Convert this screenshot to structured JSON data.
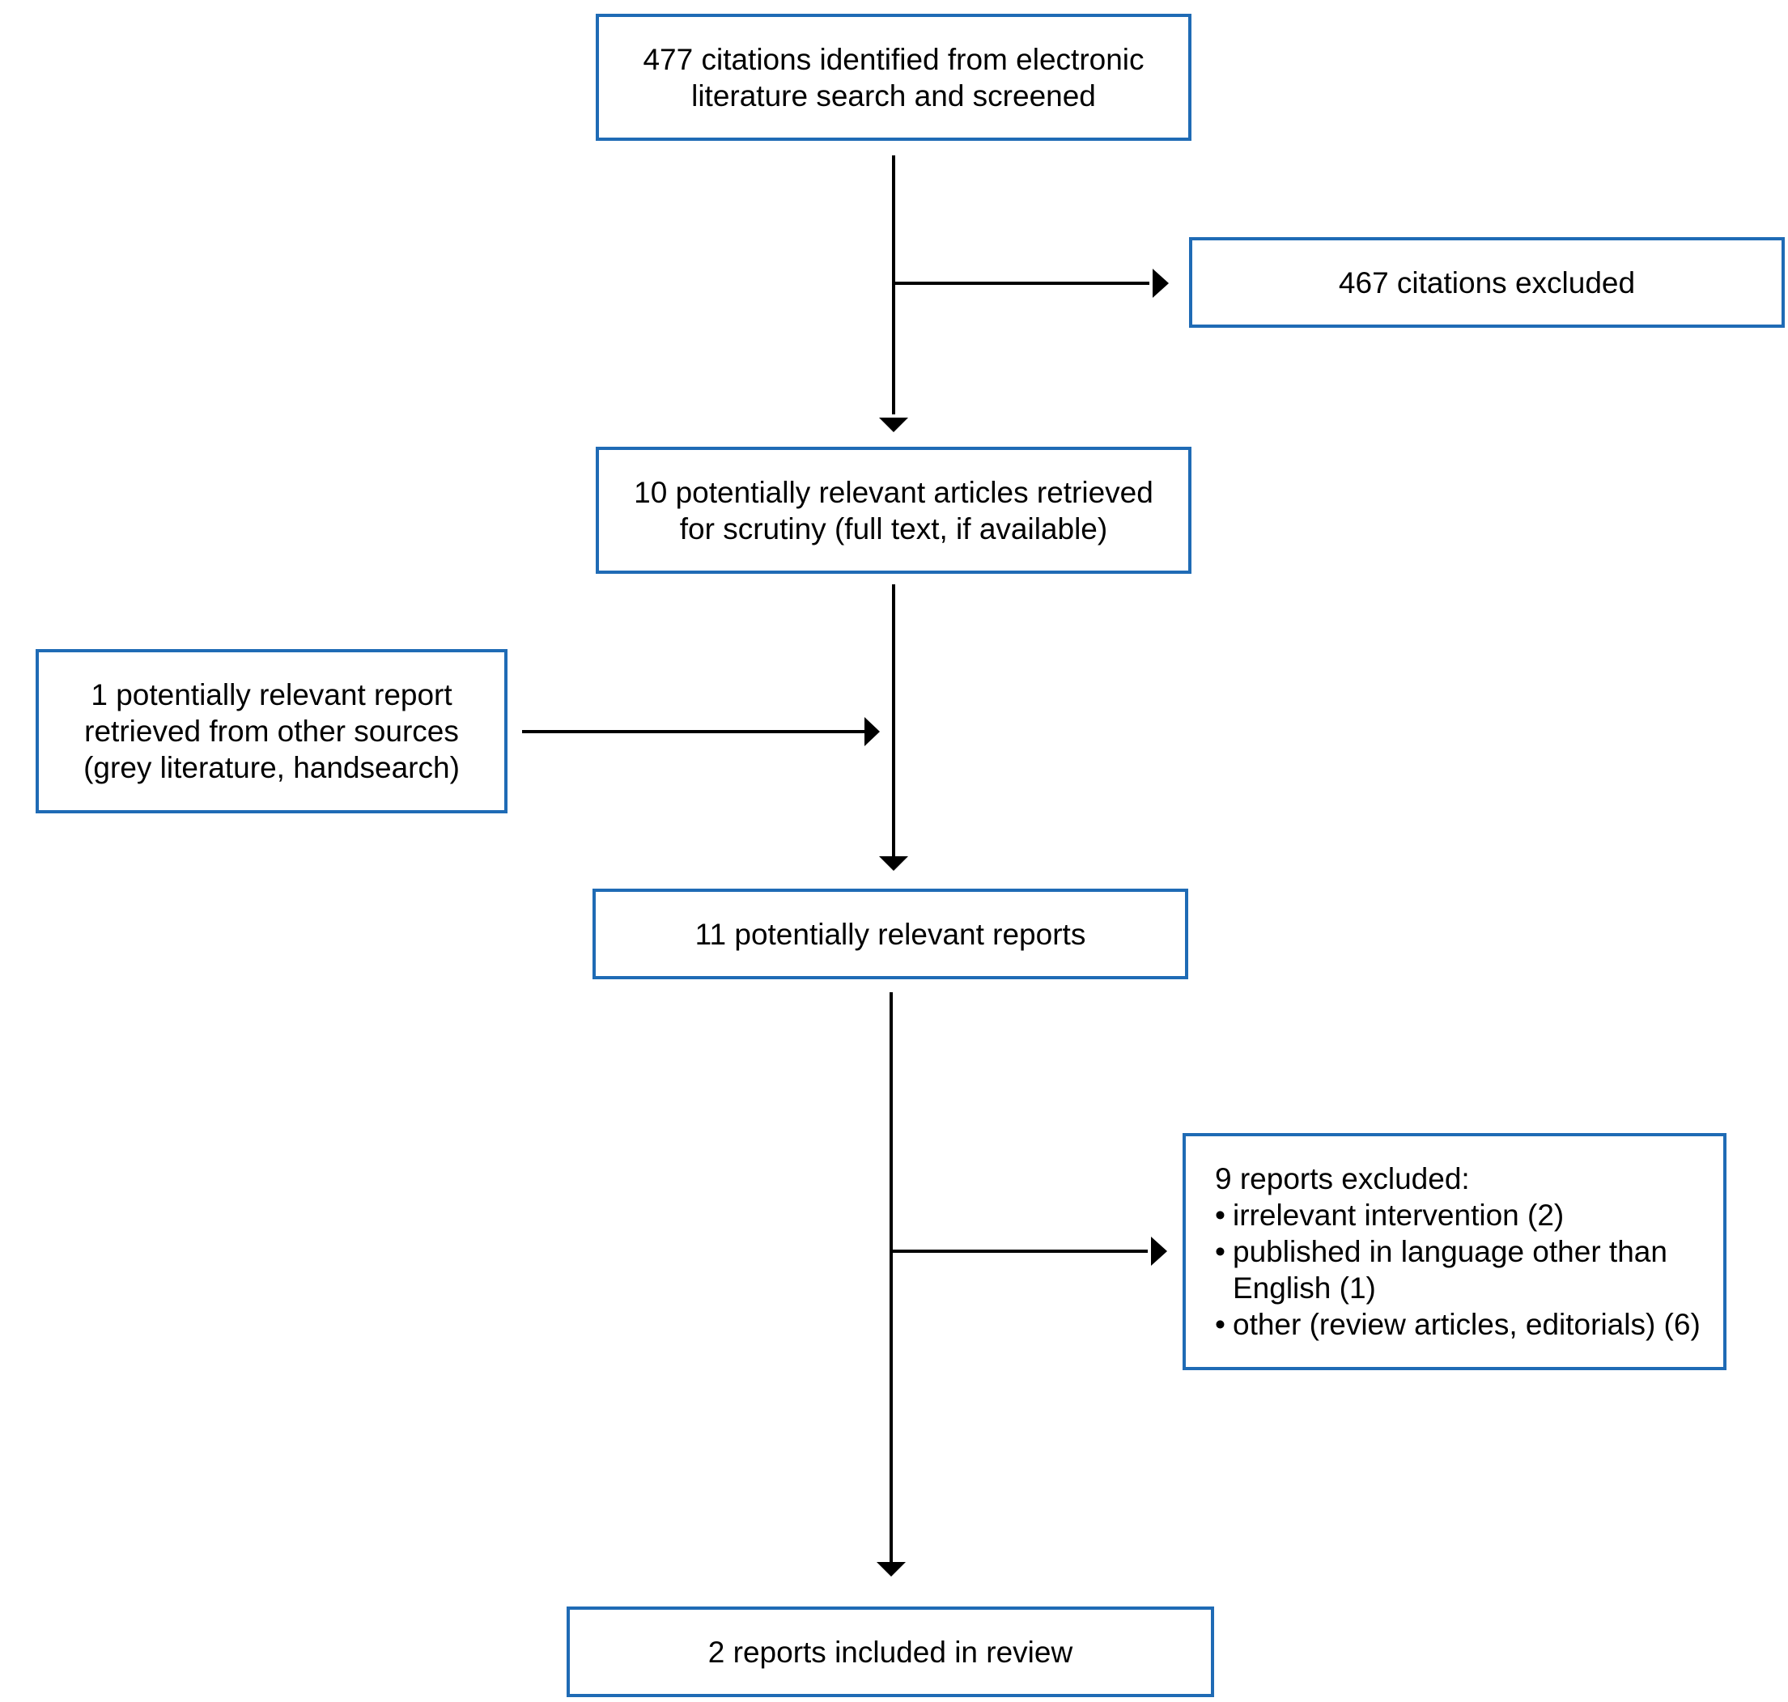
{
  "flowchart": {
    "identified": {
      "lines": [
        "477 citations identified from electronic",
        "literature search and screened"
      ]
    },
    "excluded_citations": {
      "lines": [
        "467 citations excluded"
      ]
    },
    "retrieved": {
      "lines": [
        "10 potentially relevant articles retrieved",
        "for scrutiny (full text, if available)"
      ]
    },
    "other_sources": {
      "lines": [
        "1 potentially relevant report",
        "retrieved from other sources",
        "(grey literature, handsearch)"
      ]
    },
    "potentially_relevant": {
      "lines": [
        "11 potentially relevant reports"
      ]
    },
    "excluded_reports": {
      "heading": "9 reports excluded:",
      "bullet": "•",
      "items": [
        "irrelevant intervention (2)",
        "published in language other than English (1)",
        "other (review articles, editorials) (6)"
      ]
    },
    "included": {
      "lines": [
        "2 reports included in review"
      ]
    }
  },
  "colors": {
    "box_border": "#1f6bb5",
    "arrow": "#000000"
  }
}
